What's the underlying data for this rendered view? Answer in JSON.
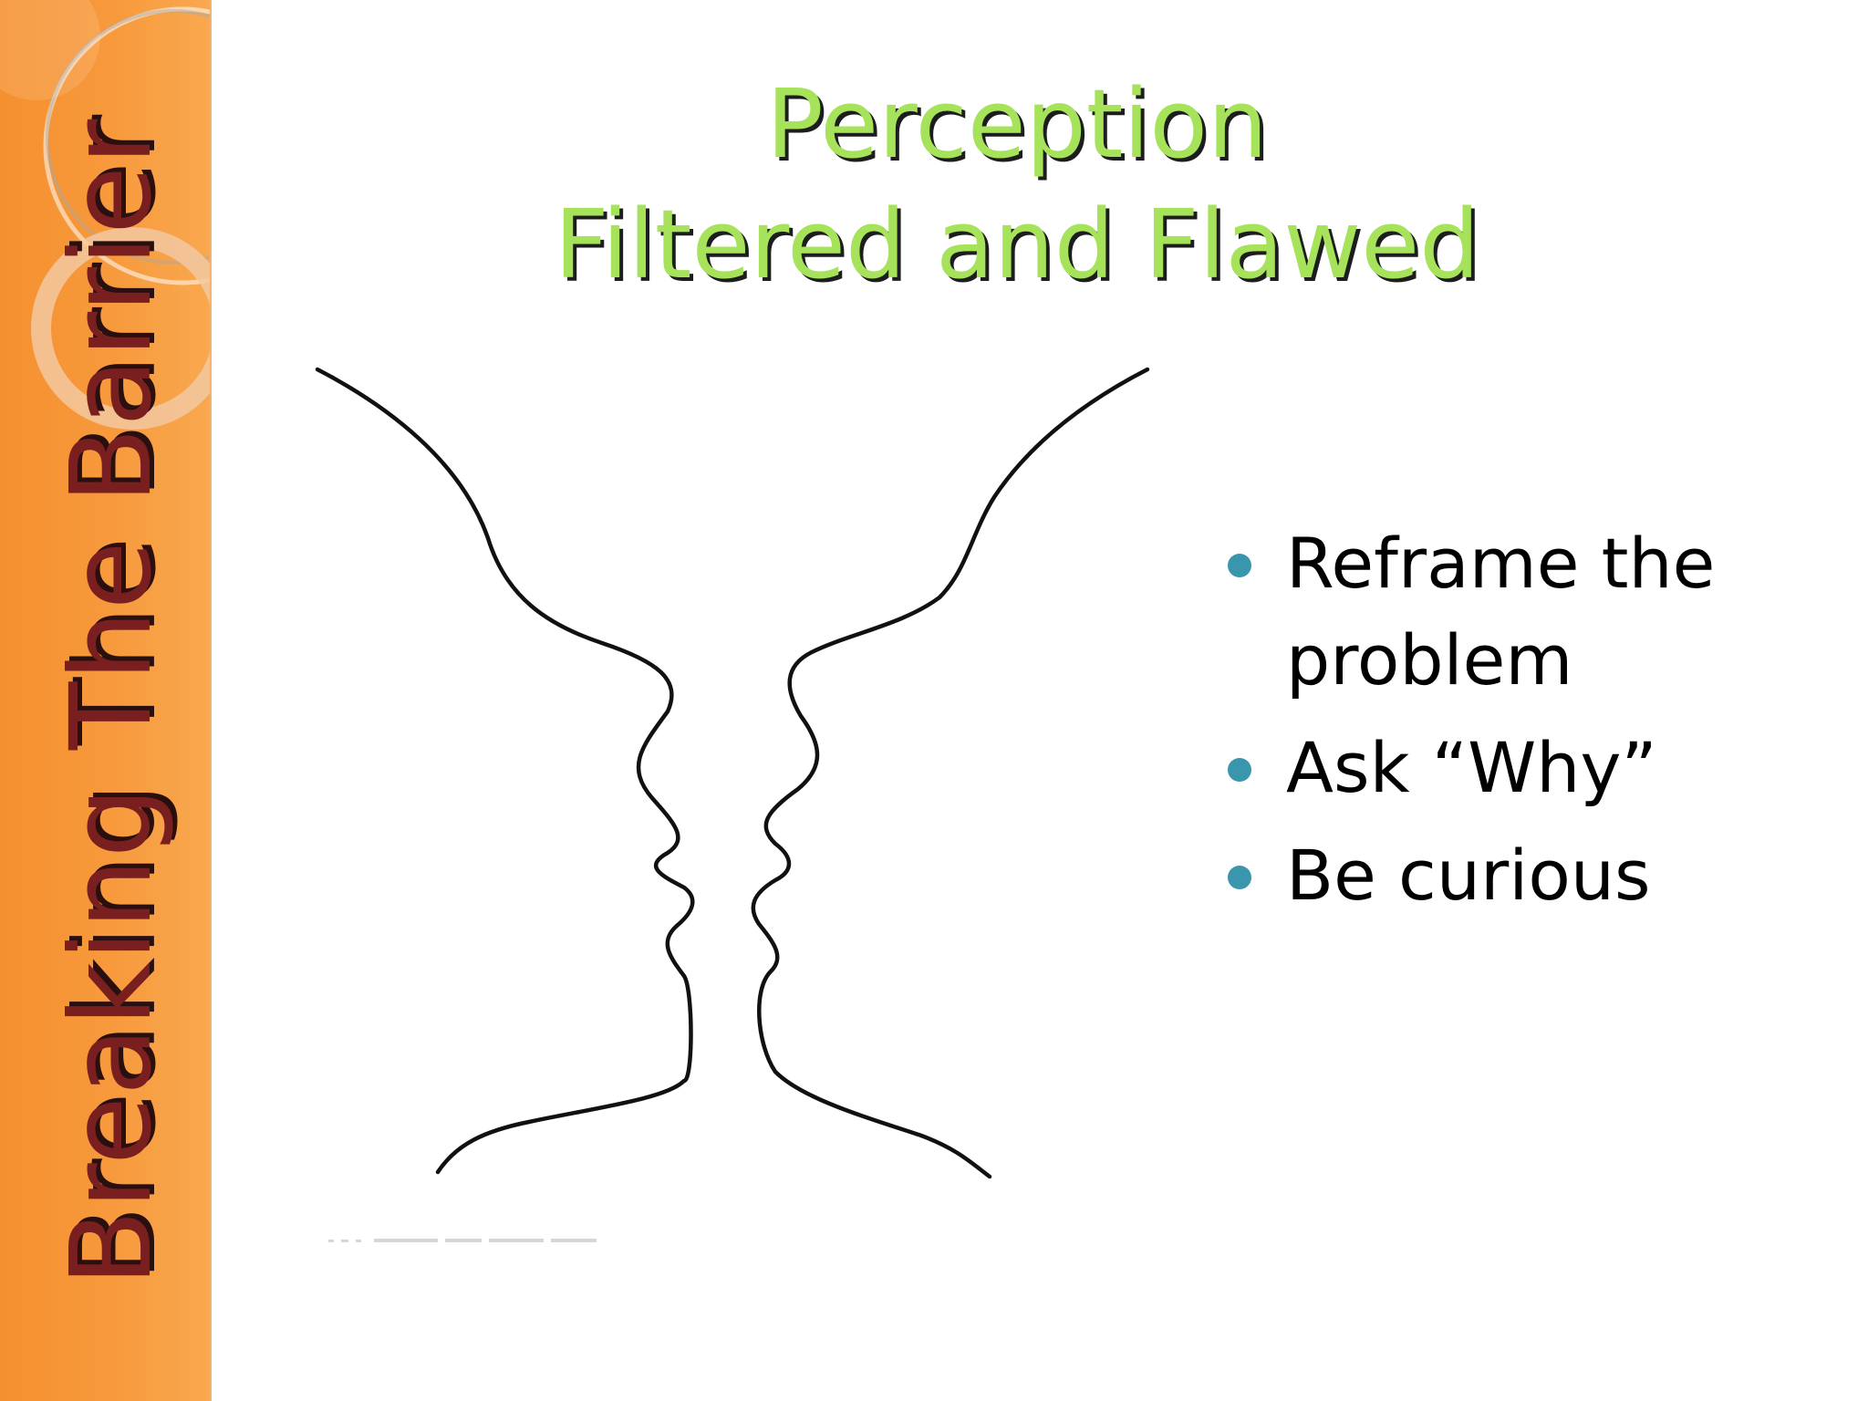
{
  "sidebar": {
    "vertical_title": "Breaking The Barrier"
  },
  "title": {
    "line1": "Perception",
    "line2": "Filtered and Flawed"
  },
  "bullets": [
    "Reframe the problem",
    "Ask “Why”",
    "Be curious"
  ],
  "figure": {
    "icon": "faces-vase-illusion-icon"
  },
  "colors": {
    "sidebar_orange": "#f79a3d",
    "title_green": "#a6e25a",
    "vertical_title_red": "#7a1f1f",
    "bullet_teal": "#3a96ad"
  }
}
